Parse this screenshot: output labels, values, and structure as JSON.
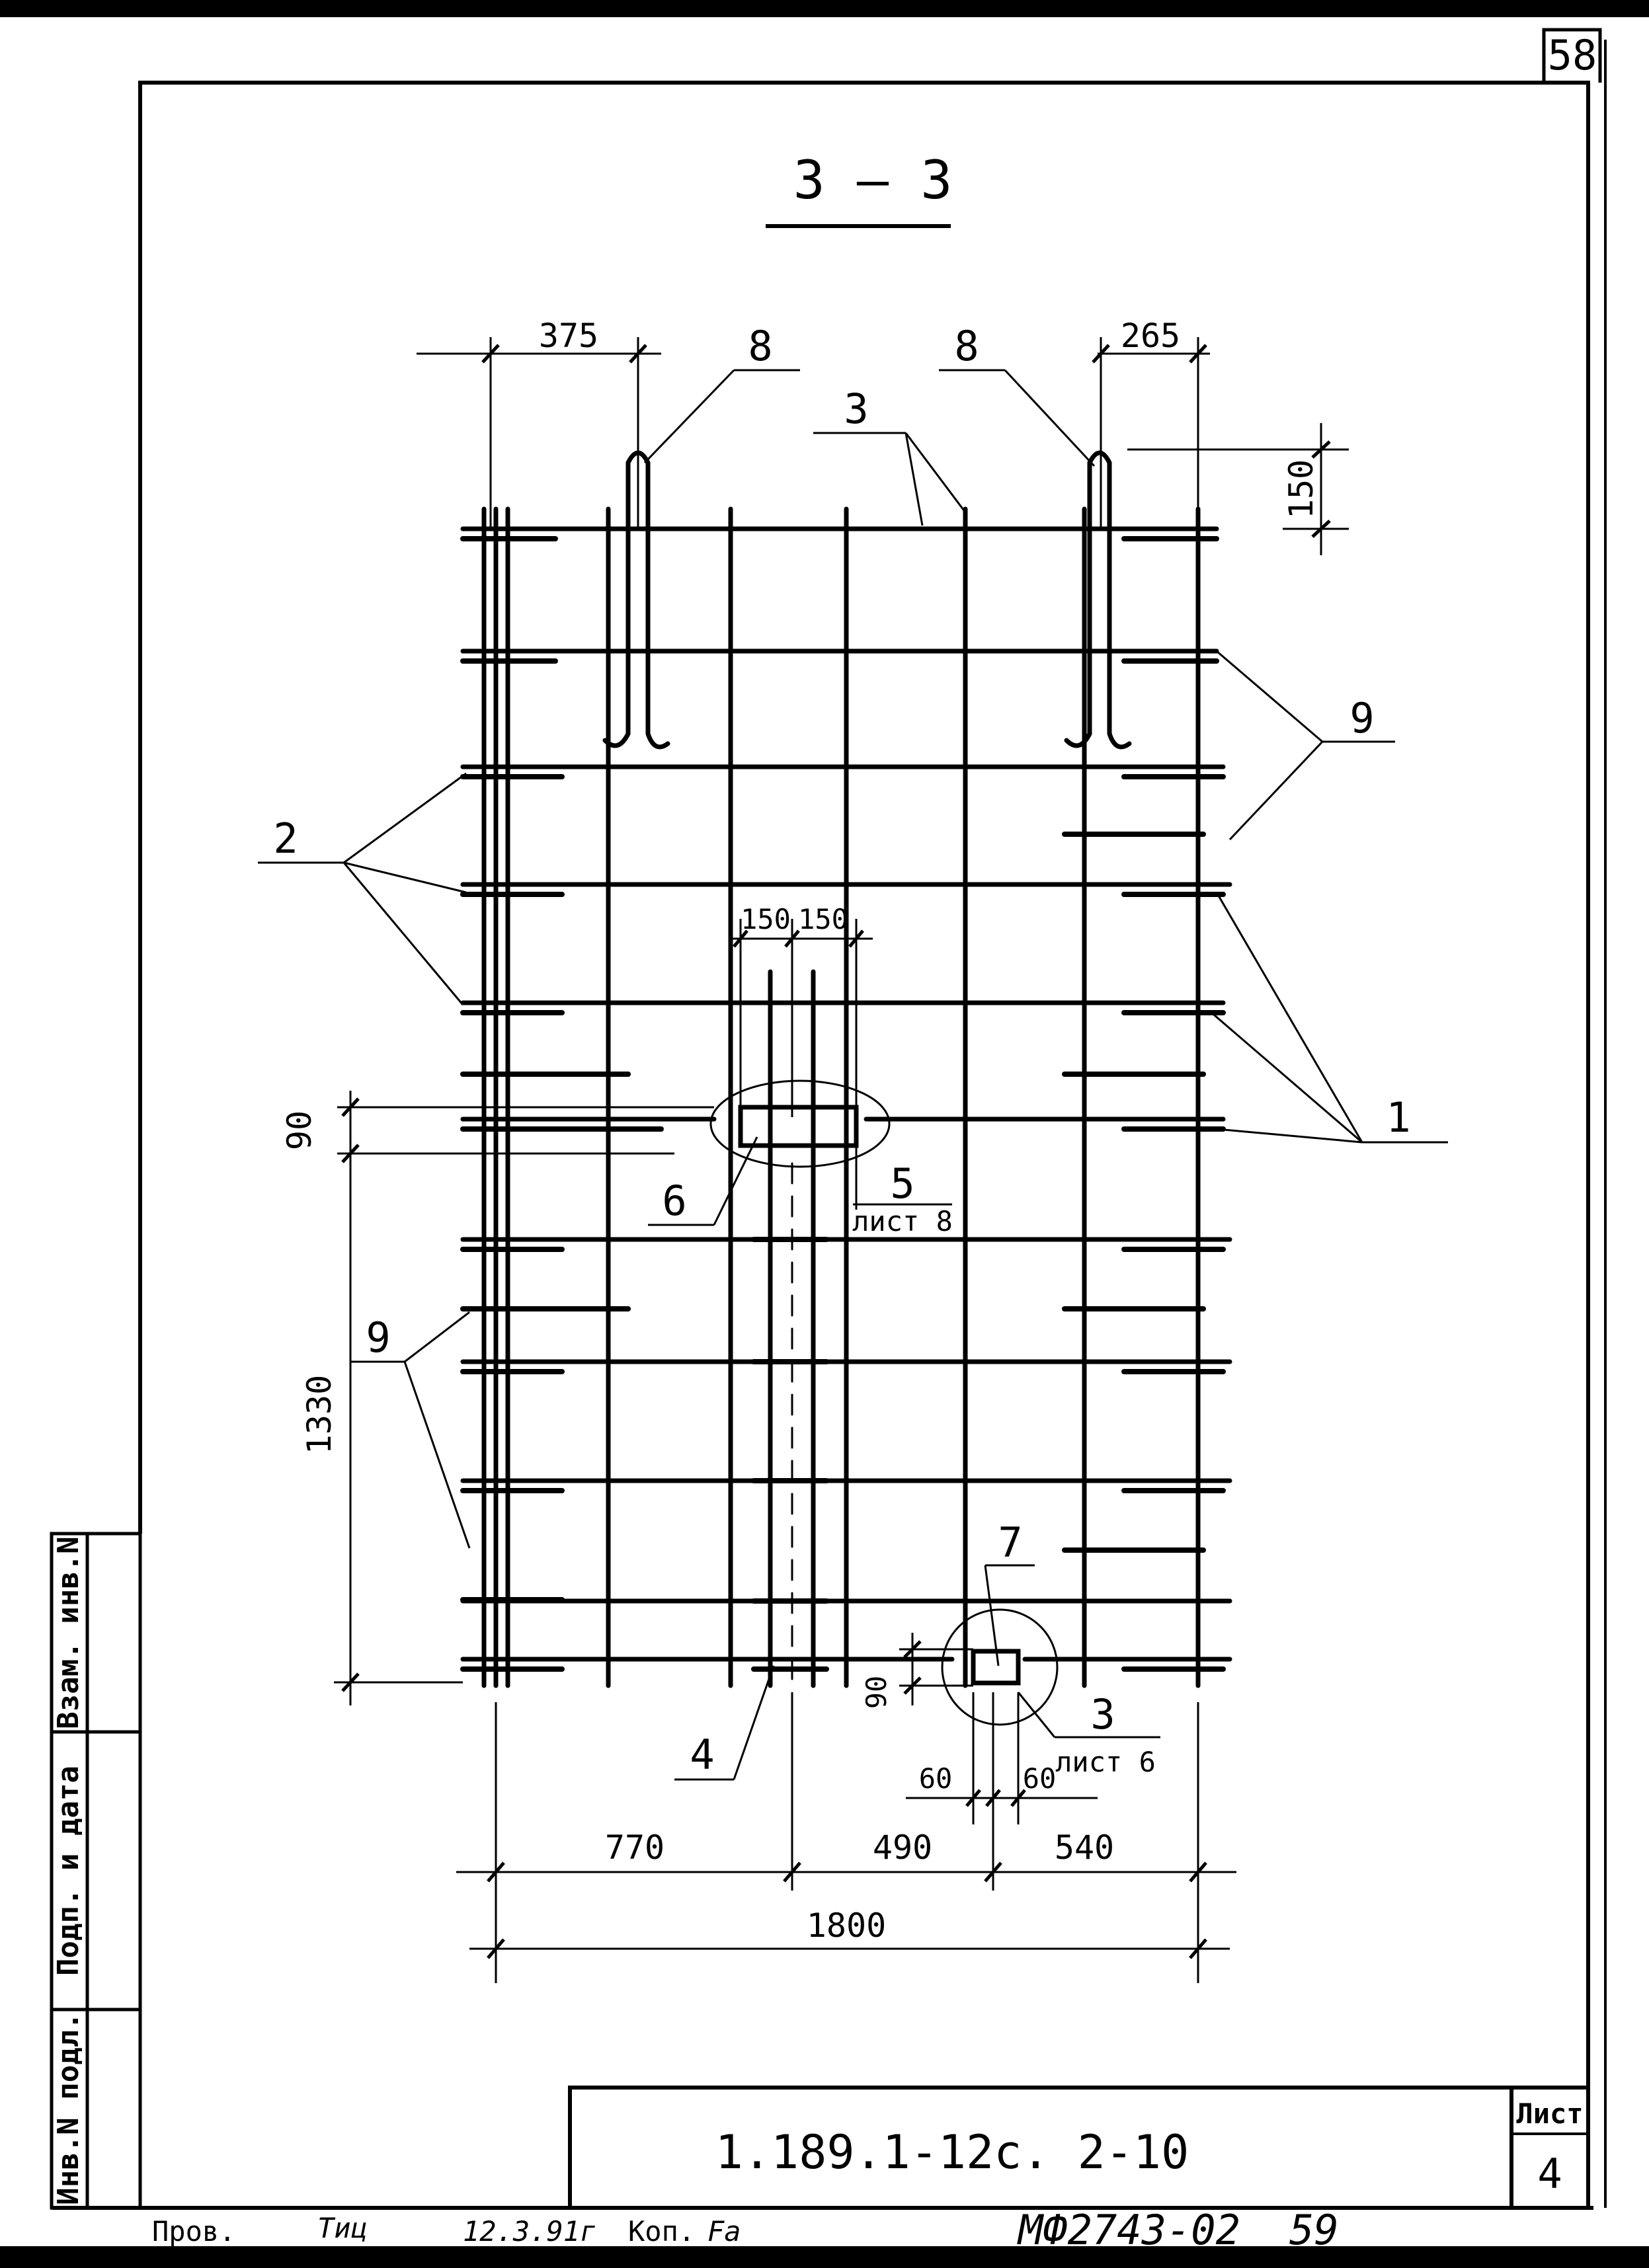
{
  "page_number": "58",
  "section_title": "3 — 3",
  "dimensions": {
    "top_left": "375",
    "top_right": "265",
    "right_vertical": "150",
    "opening_a": "150",
    "opening_b": "150",
    "left_90": "90",
    "left_1330": "1330",
    "lower_90": "90",
    "bottom_60_a": "60",
    "bottom_60_b": "60",
    "bottom_770": "770",
    "bottom_490": "490",
    "bottom_540": "540",
    "bottom_total": "1800"
  },
  "callouts": {
    "c1": "1",
    "c2": "2",
    "c3_top": "3",
    "c4": "4",
    "c5": "5",
    "c5_sheet": "лист 8",
    "c6": "6",
    "c7": "7",
    "c3_bottom": "3",
    "c3_sheet": "лист 6",
    "c8_left": "8",
    "c8_right": "8",
    "c9_right": "9",
    "c9_left": "9"
  },
  "side_stamp": {
    "inv_podl": "Инв.N подл.",
    "podp_data": "Подп. и дата",
    "vzam_inv": "Взам. инв.N"
  },
  "title_block": {
    "code": "1.189.1-12с. 2-10",
    "sheet_label": "Лист",
    "sheet_number": "4"
  },
  "footer": {
    "prov": "Пров.",
    "signature": "Тиц",
    "date": "12.3.91г",
    "kop": "Коп.",
    "kop_signature": "Fa",
    "doc_code": "МФ2743-02",
    "doc_num": "59"
  }
}
